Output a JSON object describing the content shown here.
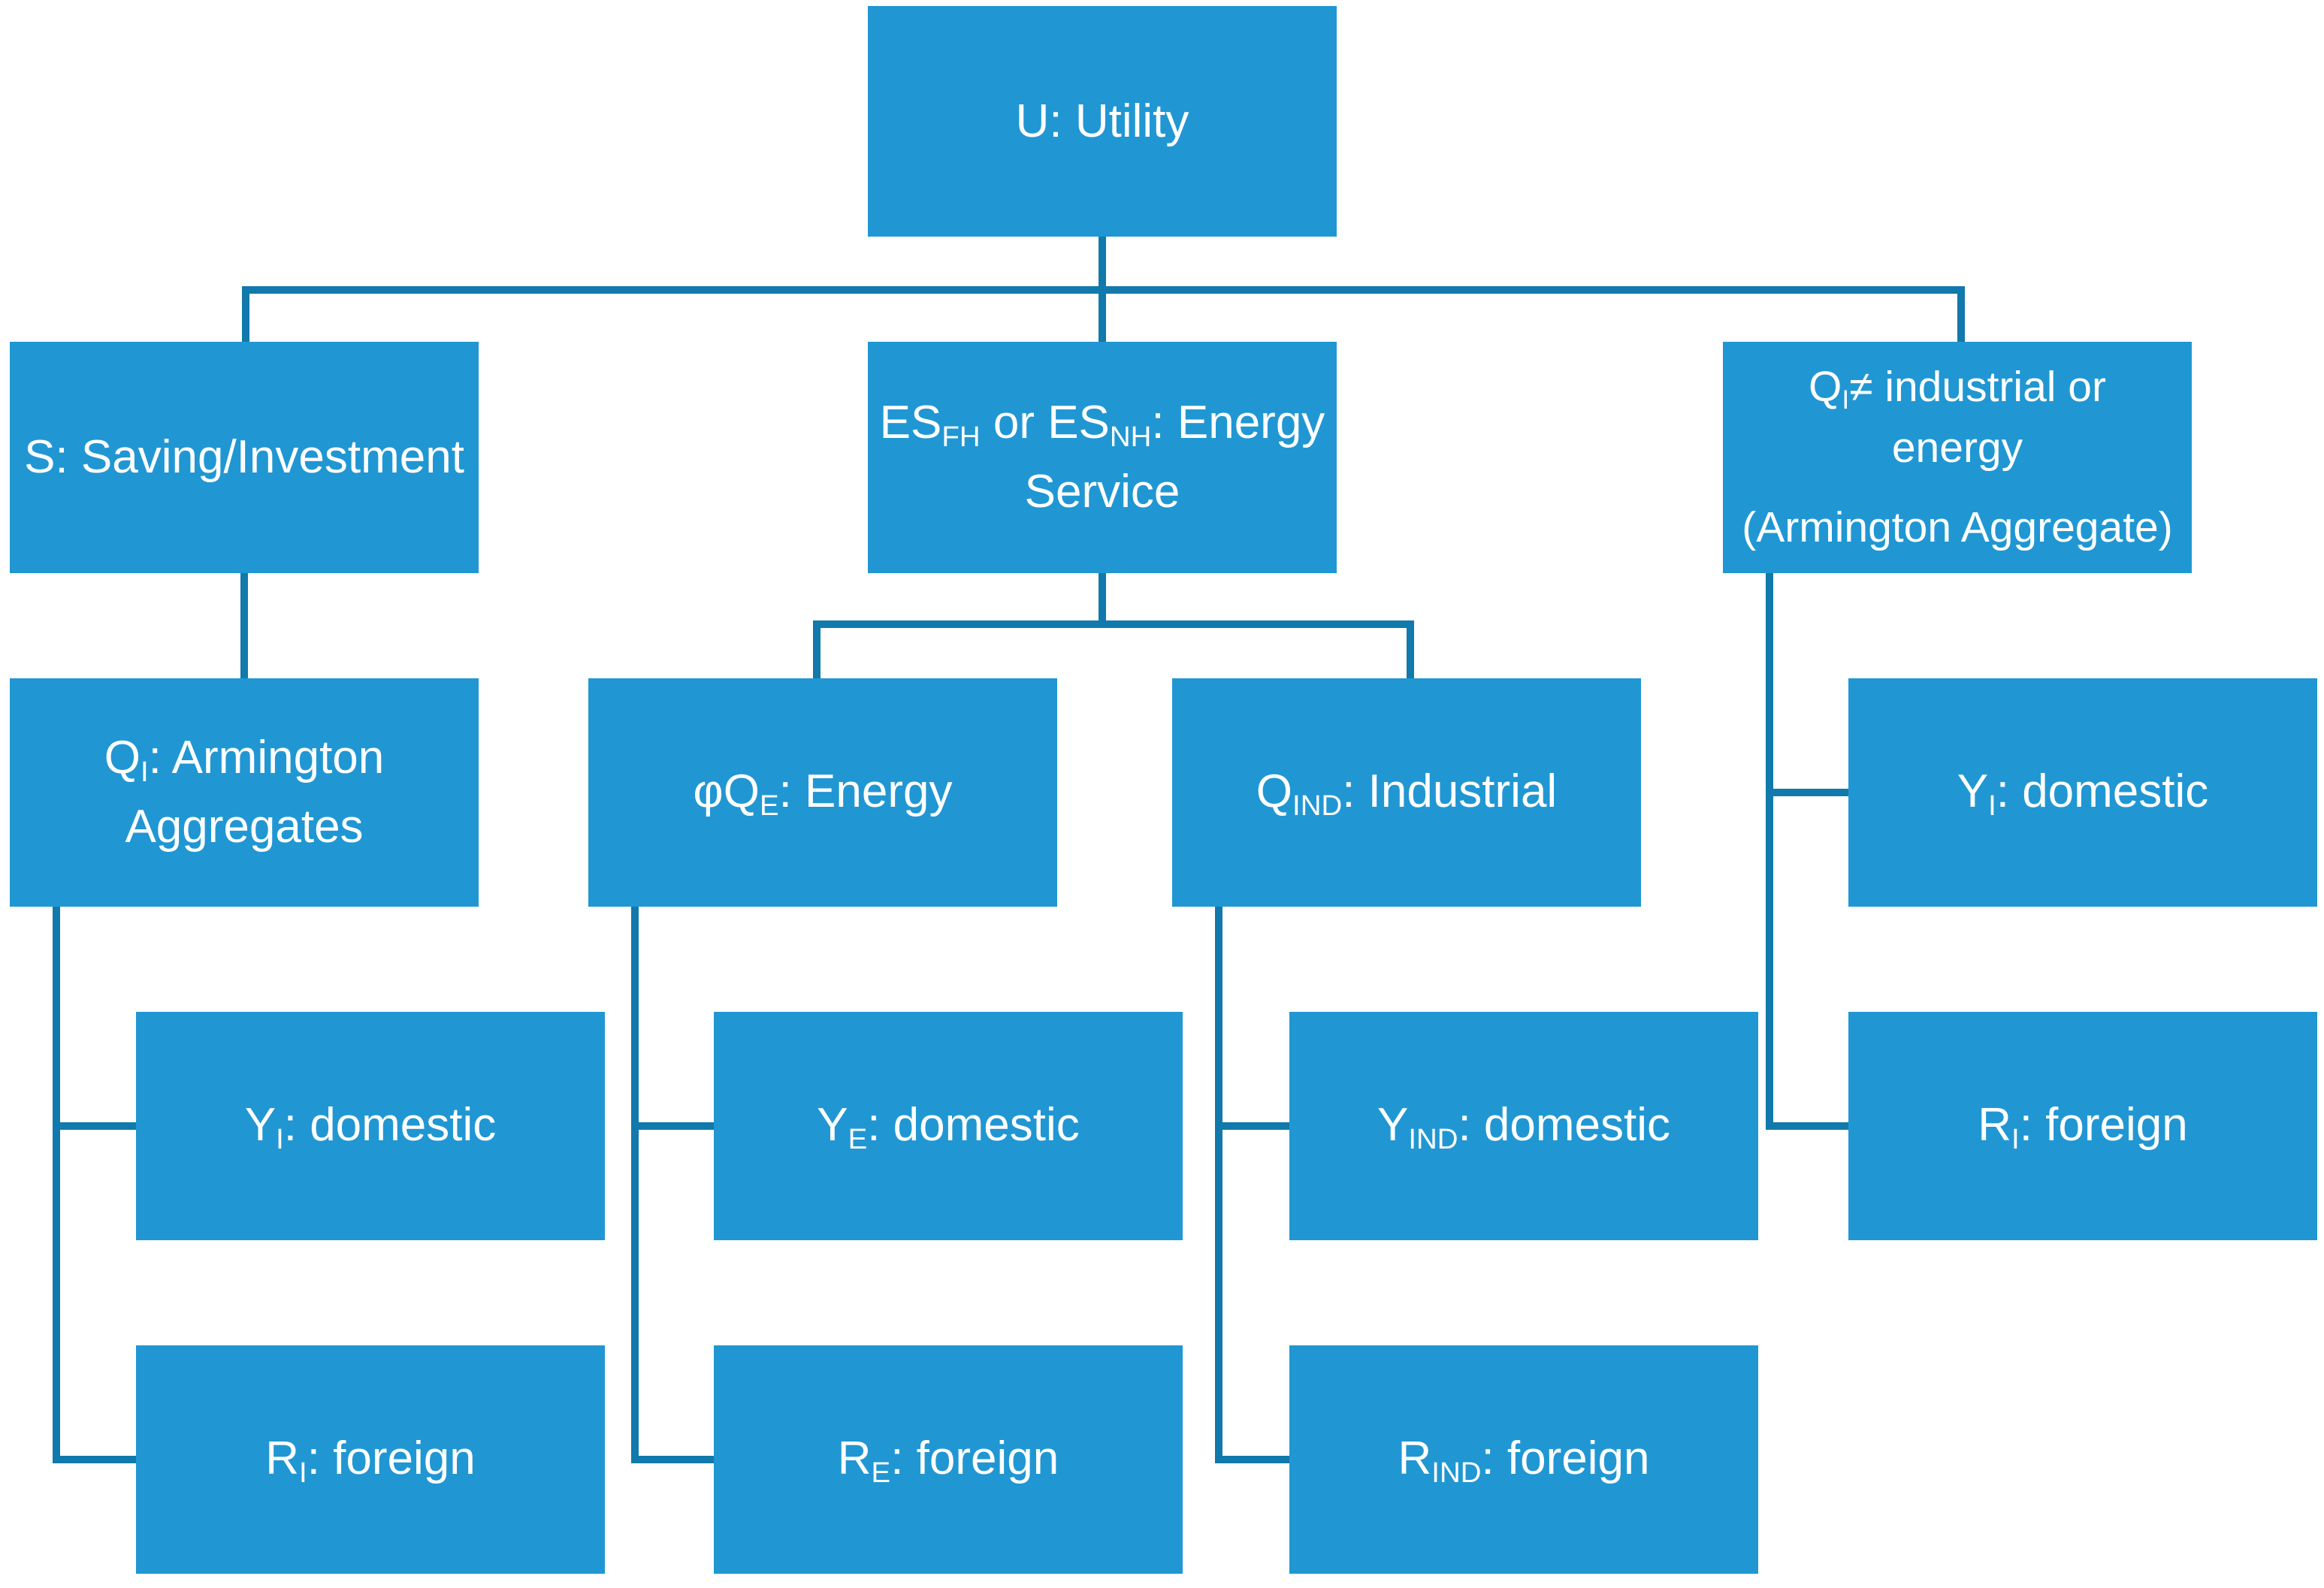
{
  "diagram": {
    "description": "Utility nesting structure tree diagram",
    "colors": {
      "box_fill": "#2097d3",
      "connector": "#1179ab",
      "text": "#ffffff",
      "background": "#ffffff"
    },
    "nodes": {
      "u": {
        "parts": [
          {
            "t": "U: Utility"
          }
        ]
      },
      "s": {
        "parts": [
          {
            "t": "S: Saving/Investment"
          }
        ]
      },
      "es": {
        "parts": [
          {
            "t": "ES"
          },
          {
            "sub": "FH"
          },
          {
            "t": " or ES"
          },
          {
            "sub": "NH"
          },
          {
            "t": ": Energy"
          },
          {
            "br": true
          },
          {
            "t": "Service"
          }
        ]
      },
      "q_not": {
        "parts": [
          {
            "t": "Q"
          },
          {
            "sub": "I"
          },
          {
            "t": "≠ industrial or"
          },
          {
            "br": true
          },
          {
            "t": "energy"
          },
          {
            "gap": true
          },
          {
            "t": "(Armington Aggregate)"
          }
        ]
      },
      "qi": {
        "parts": [
          {
            "t": "Q"
          },
          {
            "sub": "I"
          },
          {
            "t": ": Armington"
          },
          {
            "br": true
          },
          {
            "t": "Aggregates"
          }
        ]
      },
      "phi_qe": {
        "parts": [
          {
            "t": "φQ"
          },
          {
            "sub": "E"
          },
          {
            "t": ": Energy"
          }
        ]
      },
      "q_ind": {
        "parts": [
          {
            "t": "Q"
          },
          {
            "sub": "IND"
          },
          {
            "t": ": Industrial"
          }
        ]
      },
      "yi_right": {
        "parts": [
          {
            "t": "Y"
          },
          {
            "sub": "I"
          },
          {
            "t": ": domestic"
          }
        ]
      },
      "ri_right": {
        "parts": [
          {
            "t": "R"
          },
          {
            "sub": "I"
          },
          {
            "t": ": foreign"
          }
        ]
      },
      "yi_left": {
        "parts": [
          {
            "t": "Y"
          },
          {
            "sub": "I"
          },
          {
            "t": ": domestic"
          }
        ]
      },
      "ri_left": {
        "parts": [
          {
            "t": "R"
          },
          {
            "sub": "I"
          },
          {
            "t": ": foreign"
          }
        ]
      },
      "ye": {
        "parts": [
          {
            "t": "Y"
          },
          {
            "sub": "E"
          },
          {
            "t": ": domestic"
          }
        ]
      },
      "re": {
        "parts": [
          {
            "t": "R"
          },
          {
            "sub": "E"
          },
          {
            "t": ": foreign"
          }
        ]
      },
      "yind": {
        "parts": [
          {
            "t": "Y"
          },
          {
            "sub": "IND"
          },
          {
            "t": ": domestic"
          }
        ]
      },
      "rind": {
        "parts": [
          {
            "t": "R"
          },
          {
            "sub": "IND"
          },
          {
            "t": ": foreign"
          }
        ]
      }
    }
  }
}
